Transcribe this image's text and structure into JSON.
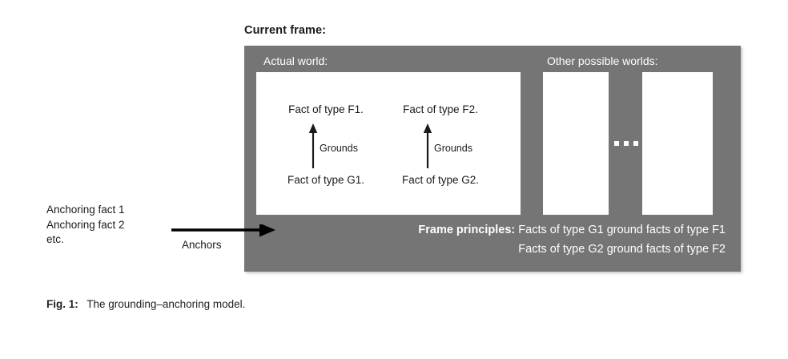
{
  "figure": {
    "current_frame_label": "Current frame:",
    "caption_number": "Fig. 1:",
    "caption_text": "The grounding–anchoring model.",
    "frame_color": "#757575",
    "panel_color": "#ffffff",
    "text_color_on_frame": "#ffffff",
    "text_color_on_panel": "#1a1a1a"
  },
  "frame": {
    "actual_world_label": "Actual world:",
    "other_worlds_label": "Other possible worlds:",
    "ellipsis": "...",
    "ground_columns": [
      {
        "upper_fact": "Fact of type F1.",
        "relation": "Grounds",
        "lower_fact": "Fact of type G1."
      },
      {
        "upper_fact": "Fact of type F2.",
        "relation": "Grounds",
        "lower_fact": "Fact of type G2."
      }
    ],
    "frame_principles": {
      "title": "Frame principles:",
      "line_1": "Facts of type G1 ground facts of type F1",
      "line_2": "Facts of type G2 ground facts of type F2"
    }
  },
  "anchoring": {
    "facts_line_1": "Anchoring fact 1",
    "facts_line_2": "Anchoring fact 2",
    "facts_line_3": "etc.",
    "arrow_label": "Anchors"
  }
}
